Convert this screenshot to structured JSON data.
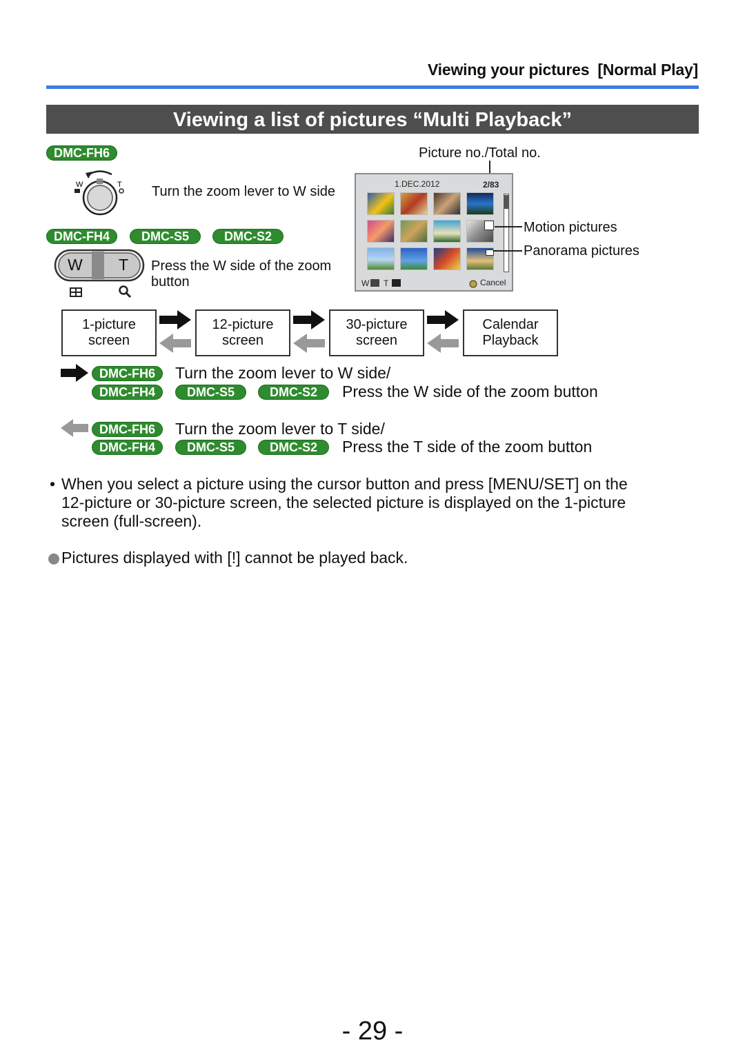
{
  "header": {
    "title": "Viewing your pictures",
    "mode": "[Normal Play]"
  },
  "section": {
    "title": "Viewing a list of pictures “Multi Playback”"
  },
  "models": {
    "fh6": "DMC-FH6",
    "fh4": "DMC-FH4",
    "s5": "DMC-S5",
    "s2": "DMC-S2"
  },
  "zoom_lever": {
    "label": "Turn the zoom lever to W side",
    "w": "W",
    "t": "T"
  },
  "zoom_button": {
    "label_line1": "Press the W side of the zoom",
    "label_line2": "button",
    "w": "W",
    "t": "T"
  },
  "lcd": {
    "picture_no_label": "Picture no./Total no.",
    "date": "1.DEC.2012",
    "counter": "2/83",
    "motion_label": "Motion pictures",
    "panorama_label": "Panorama pictures",
    "w": "W",
    "t": "T",
    "cancel": "Cancel"
  },
  "flow": [
    {
      "line1": "1-picture",
      "line2": "screen"
    },
    {
      "line1": "12-picture",
      "line2": "screen"
    },
    {
      "line1": "30-picture",
      "line2": "screen"
    },
    {
      "line1": "Calendar",
      "line2": "Playback"
    }
  ],
  "legend": {
    "forward_fh6": "Turn the zoom lever to W side/",
    "forward_others": "Press the W side of the zoom button",
    "back_fh6": "Turn the zoom lever to T side/",
    "back_others": "Press the T side of the zoom button"
  },
  "notes": {
    "bullet_line1": "When you select a picture using the cursor button and press [MENU/SET] on the",
    "bullet_line2": "12-picture or 30-picture screen, the selected picture is displayed on the 1-picture",
    "bullet_line3": "screen (full-screen).",
    "circle_note": "Pictures displayed with [!] cannot be played back."
  },
  "page_number": "- 29 -",
  "colors": {
    "accent_rule": "#3f7be0",
    "section_bar": "#4e4e4e",
    "model_badge": "#2e8b2e",
    "back_arrow": "#999999"
  }
}
